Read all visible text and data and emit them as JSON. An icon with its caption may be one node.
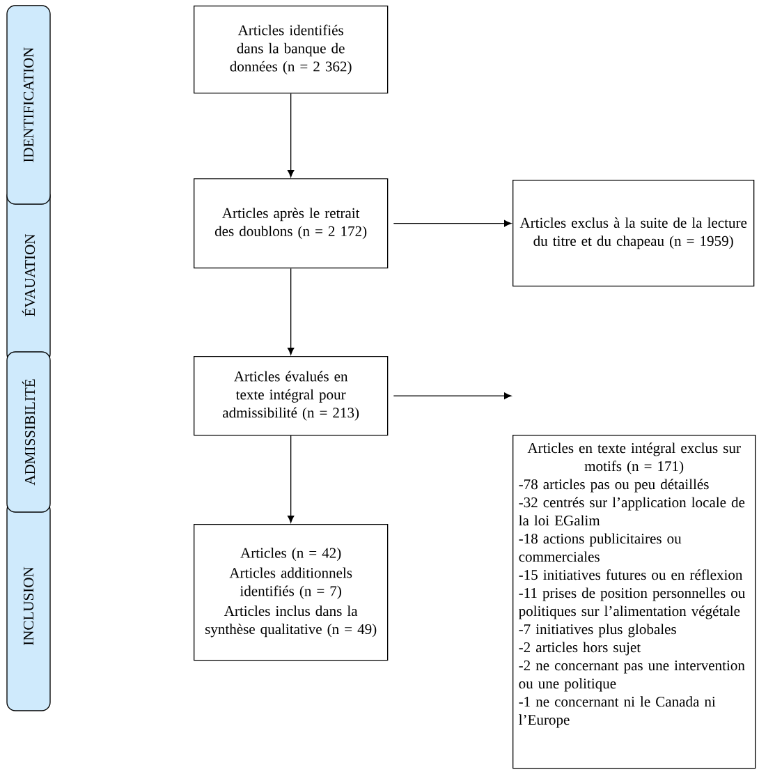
{
  "diagram": {
    "nodes": [
      {
        "text": [
          "IDENTIFICATION"
        ]
      },
      {
        "text": [
          "ÉVAUATION"
        ]
      },
      {
        "text": [
          "ADMISSIBILITÉ"
        ]
      },
      {
        "text": [
          "INCLUSION"
        ]
      },
      {
        "text": [
          "Articles identifiés dans la banque de données (n = 2 362)"
        ]
      },
      {
        "text": [
          "Articles après le retrait des doublons (n = 2 172)"
        ]
      },
      {
        "text": [
          "Articles exclus à la suite de la lecture du titre et du chapeau (n = 1959)"
        ]
      },
      {
        "text": [
          "Articles évalués en texte intégral pour admissibilité (n = 213)"
        ]
      },
      {
        "text": [
          "Articles en texte intégral exclus sur motifs (n = 171)",
          "-78 articles pas ou peu détaillés",
          "-32 centrés sur l’application locale de la loi EGalim",
          "-18 actions publicitaires ou commerciales",
          "-15 initiatives futures ou en réflexion",
          "-11 prises de position personnelles ou politiques sur l’alimentation végétale",
          "-7 initiatives plus globales",
          "-2 articles hors sujet",
          "-2 ne concernant pas une intervention ou une politique",
          "-1 ne concernant ni le Canada ni l’Europe"
        ]
      },
      {
        "text": [
          "Articles (n = 42)",
          "Articles additionnels identifiés (n = 7)",
          "Articles inclus dans la synthèse qualitative (n = 49)"
        ]
      }
    ],
    "edges": [
      {
        "from": 4,
        "to": 5,
        "arrow": "to"
      },
      {
        "from": 5,
        "to": 6,
        "arrow": "to"
      },
      {
        "from": 5,
        "to": 7,
        "arrow": "to"
      },
      {
        "from": 7,
        "to": 8,
        "arrow": "to"
      },
      {
        "from": 7,
        "to": 9,
        "arrow": "to"
      }
    ]
  }
}
